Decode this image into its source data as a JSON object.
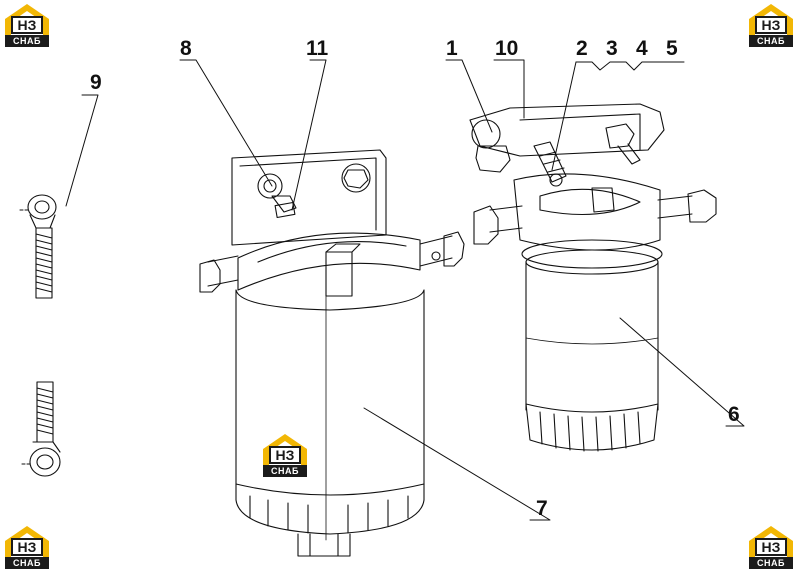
{
  "callouts": {
    "c1": "1",
    "c2": "2",
    "c3": "3",
    "c4": "4",
    "c5": "5",
    "c6": "6",
    "c7": "7",
    "c8": "8",
    "c9": "9",
    "c10": "10",
    "c11": "11"
  },
  "watermark": {
    "letters": "НЗ",
    "caption": "СНАБ",
    "accent_color": "#f2b705",
    "dark_color": "#1b1b1b"
  }
}
